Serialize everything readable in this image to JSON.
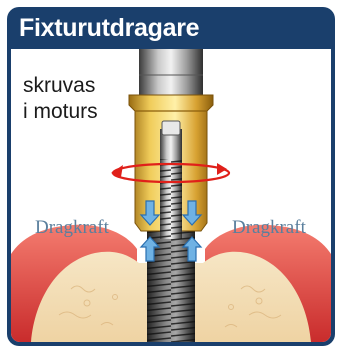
{
  "title": "Fixturutdragare",
  "caption": {
    "line1": "skruvas",
    "line2": "i moturs"
  },
  "labels": {
    "force_left": "Dragkraft",
    "force_right": "Dragkraft"
  },
  "icons": {
    "rotation": "counterclockwise-rotation-arrow",
    "force": "double-headed-vertical-arrow"
  },
  "colors": {
    "frame": "#1a3f6c",
    "gum": "#e8433f",
    "bone": "#f3dcb4",
    "tool_gold": "#e2b43a",
    "label": "#5a7f9d",
    "rotation_arrow": "#e0201a",
    "force_arrow": "#6fb2e4"
  }
}
